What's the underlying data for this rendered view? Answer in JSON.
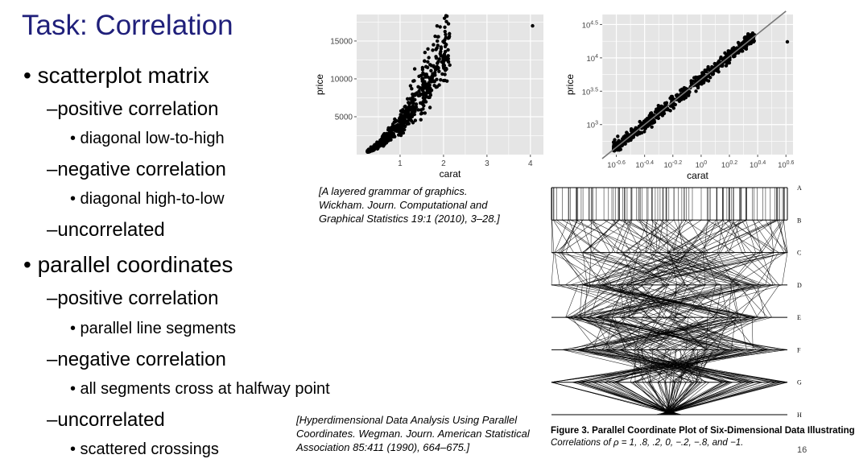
{
  "slide": {
    "title": "Task: Correlation",
    "page_number": "16"
  },
  "outline": [
    {
      "text": "scatterplot matrix",
      "level": 1,
      "top": 78
    },
    {
      "text": "positive correlation",
      "level": 2,
      "top": 122
    },
    {
      "text": "diagonal low-to-high",
      "level": 3,
      "top": 161
    },
    {
      "text": "negative correlation",
      "level": 2,
      "top": 197
    },
    {
      "text": "diagonal high-to-low",
      "level": 3,
      "top": 236
    },
    {
      "text": "uncorrelated",
      "level": 2,
      "top": 272
    },
    {
      "text": "parallel coordinates",
      "level": 1,
      "top": 313
    },
    {
      "text": "positive correlation",
      "level": 2,
      "top": 357
    },
    {
      "text": "parallel line segments",
      "level": 3,
      "top": 397
    },
    {
      "text": "negative correlation",
      "level": 2,
      "top": 433
    },
    {
      "text": "all segments cross at halfway point",
      "level": 3,
      "top": 472
    },
    {
      "text": "uncorrelated",
      "level": 2,
      "top": 508
    },
    {
      "text": "scattered crossings",
      "level": 3,
      "top": 547
    }
  ],
  "citations": {
    "grammar": [
      "[A layered grammar of graphics.",
      "Wickham. Journ. Computational and",
      "Graphical Statistics 19:1 (2010), 3–28.]"
    ],
    "wegman": [
      "[Hyperdimensional Data Analysis Using Parallel",
      "Coordinates. Wegman. Journ. American Statistical",
      "Association 85:411 (1990), 664–675.]"
    ]
  },
  "figure_caption": {
    "line1": "Figure 3. Parallel Coordinate Plot of Six-Dimensional Data Illustrating",
    "line2": "Correlations of ρ = 1, .8, .2, 0, −.2, −.8, and −1."
  },
  "chart_data": [
    {
      "type": "scatter",
      "xlabel": "carat",
      "ylabel": "price",
      "x_ticks": [
        "1",
        "2",
        "3",
        "4"
      ],
      "y_ticks": [
        "5000",
        "10000",
        "15000"
      ],
      "xlim": [
        0,
        4.3
      ],
      "ylim": [
        0,
        18500
      ],
      "grid": true,
      "colors": {
        "panel": "#e5e5e5",
        "grid": "#ffffff",
        "point": "#000000"
      }
    },
    {
      "type": "scatter",
      "xlabel": "carat",
      "ylabel": "price",
      "x_ticks": [
        "10^-0.6",
        "10^-0.4",
        "10^-0.2",
        "10^0",
        "10^0.2",
        "10^0.4",
        "10^0.6"
      ],
      "y_ticks": [
        "10^3",
        "10^3.5",
        "10^4",
        "10^4.5"
      ],
      "scale": "log-log",
      "xlim": [
        -0.7,
        0.65
      ],
      "ylim": [
        2.55,
        4.65
      ],
      "grid": true,
      "trend_line": true,
      "colors": {
        "panel": "#e5e5e5",
        "grid": "#ffffff",
        "point": "#000000",
        "trend": "#777777"
      }
    },
    {
      "type": "parallel-coordinates",
      "axes": [
        "A",
        "B",
        "C",
        "D",
        "E",
        "F",
        "G",
        "H"
      ]
    }
  ]
}
